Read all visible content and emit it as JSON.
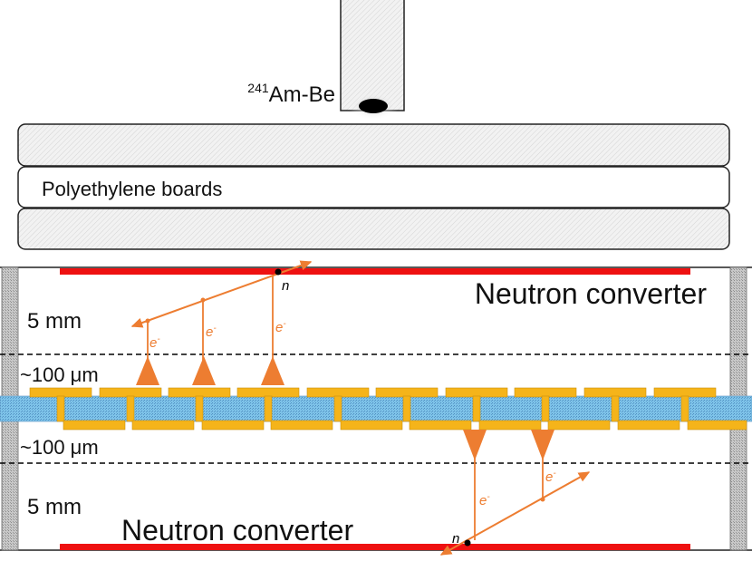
{
  "source": {
    "superscript": "241",
    "label": "Am-Be"
  },
  "boards": {
    "label": "Polyethylene boards"
  },
  "detector": {
    "top_converter_label": "Neutron converter",
    "bottom_converter_label": "Neutron converter",
    "top_gap_label": "5 mm",
    "bottom_gap_label": "5 mm",
    "top_amp_gap_label": "~100 μm",
    "bottom_amp_gap_label": "~100 μm",
    "neutron_label": "n",
    "electron_label": "e",
    "electron_sign": "-"
  },
  "colors": {
    "converter": "#ee1111",
    "track": "#ed7d31",
    "pad": "#f5b41a",
    "substrate": "#7ec3e9"
  }
}
